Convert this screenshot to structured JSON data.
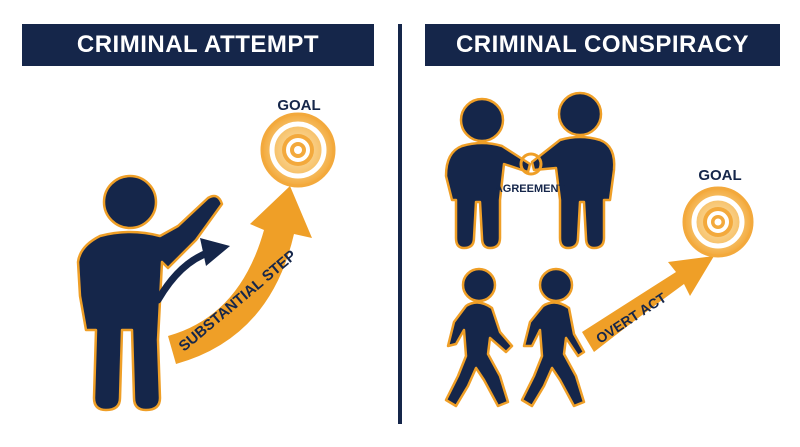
{
  "left": {
    "title": "CRIMINAL ATTEMPT",
    "goal_label": "GOAL",
    "arrow_label": "SUBSTANTIAL STEP"
  },
  "right": {
    "title": "CRIMINAL CONSPIRACY",
    "agreement_label": "AGREEMENT",
    "goal_label": "GOAL",
    "arrow_label": "OVERT ACT"
  },
  "colors": {
    "navy": "#15264a",
    "orange": "#ef9f27",
    "glow": "#f7c674"
  }
}
